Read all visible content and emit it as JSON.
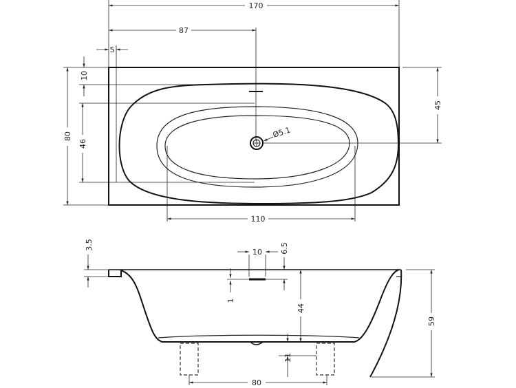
{
  "top_view": {
    "dims": {
      "overall_length": "170",
      "drain_offset": "87",
      "rim_offset": "5",
      "rim_width": "10",
      "inner_width": "46",
      "overall_width": "80",
      "drain_from_back": "45",
      "inner_length": "110",
      "drain_diameter": "Ø5.1"
    }
  },
  "side_view": {
    "dims": {
      "rim_thickness": "3.5",
      "overflow_width": "10",
      "overflow_depth": "6.5",
      "overflow_height": "1",
      "inner_depth": "44",
      "overall_height": "59",
      "bottom_clearance": "11",
      "feet_spacing": "80"
    }
  }
}
